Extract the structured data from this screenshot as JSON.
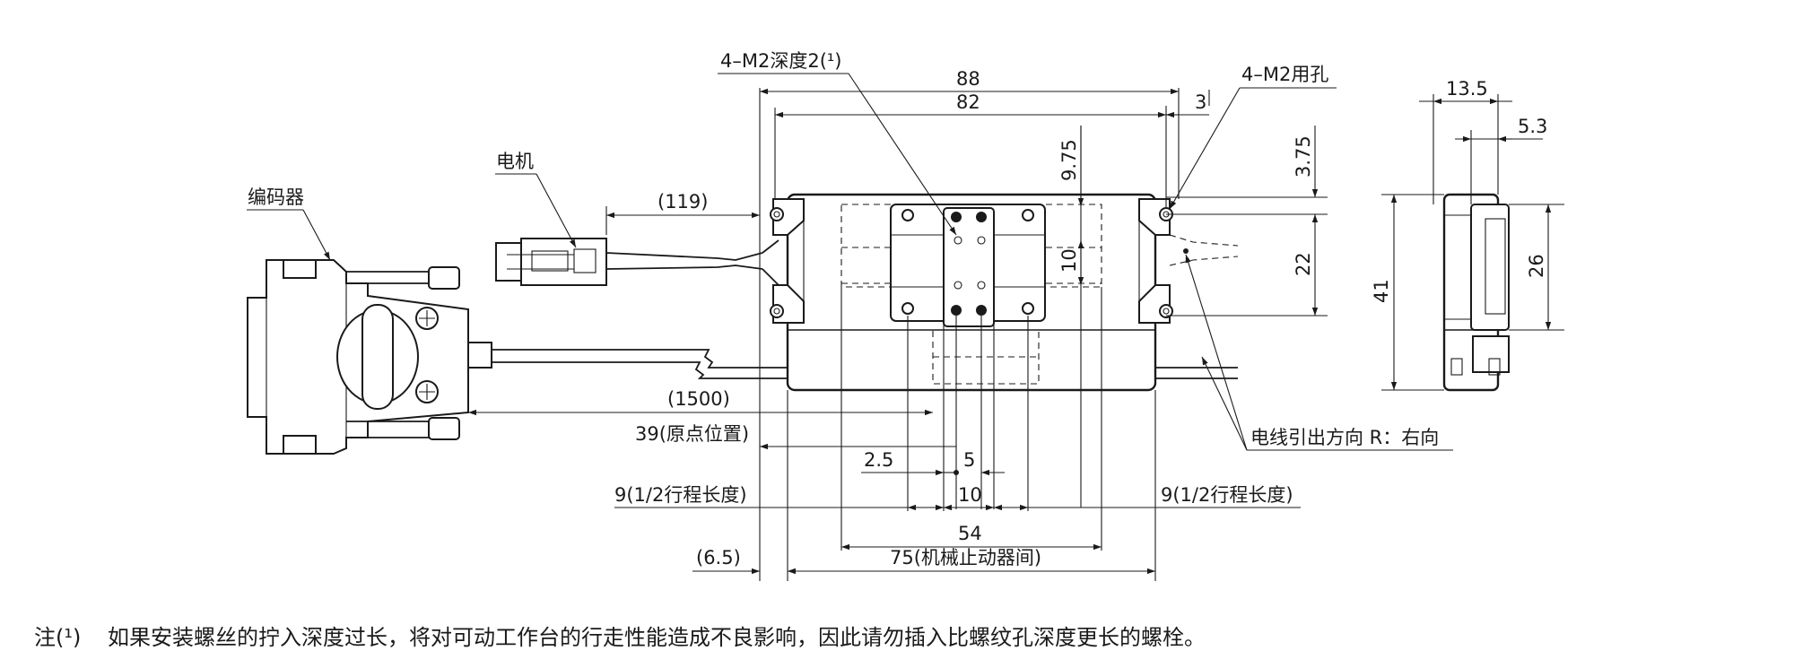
{
  "callouts": {
    "encoder": "编码器",
    "motor": "电机",
    "tapped_holes": "4–M2深度2(¹)",
    "through_holes": "4–M2用孔",
    "cable_direction": "电线引出方向  R：右向"
  },
  "dimensions": {
    "cable_motor": "(119)",
    "cable_encoder": "(1500)",
    "length_88": "88",
    "length_82": "82",
    "edge_3": "3",
    "hole_9_75": "9.75",
    "hole_10": "10",
    "edge_3_75": "3.75",
    "pitch_22": "22",
    "height_41": "41",
    "side_13_5": "13.5",
    "side_5_3": "5.3",
    "side_26": "26",
    "origin_39": "39(原点位置)",
    "offset_2_5": "2.5",
    "offset_5": "5",
    "half_stroke_left": "9(1/2行程长度)",
    "pitch_10": "10",
    "half_stroke_right": "9(1/2行程长度)",
    "span_54": "54",
    "offset_6_5": "(6.5)",
    "stopper_75": "75(机械止动器间)"
  },
  "footnote": {
    "marker": "注(¹)",
    "text": "如果安装螺丝的拧入深度过长，将对可动工作台的行走性能造成不良影响，因此请勿插入比螺纹孔深度更长的螺栓。"
  }
}
